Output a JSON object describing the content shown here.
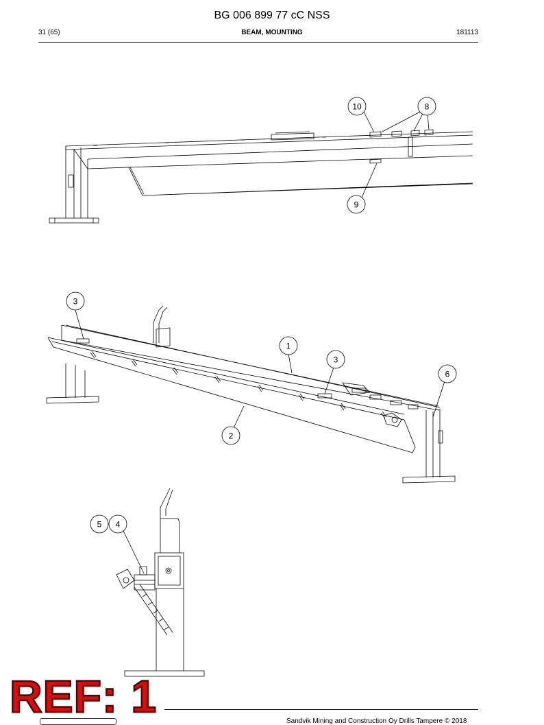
{
  "header": {
    "doc_number": "BG 006 899 77 cC NSS",
    "page": "31 (65)",
    "section": "BEAM, MOUNTING",
    "date": "181113"
  },
  "callouts": {
    "c10": "10",
    "c8": "8",
    "c9": "9",
    "c3a": "3",
    "c1": "1",
    "c3b": "3",
    "c6": "6",
    "c2": "2",
    "c5": "5",
    "c4": "4"
  },
  "footer": {
    "copyright": "Sandvik Mining and Construction Oy Drills Tampere © 2018",
    "stamp": "REF: 1"
  },
  "colors": {
    "stamp_fill": "#d21010",
    "line": "#000000"
  }
}
